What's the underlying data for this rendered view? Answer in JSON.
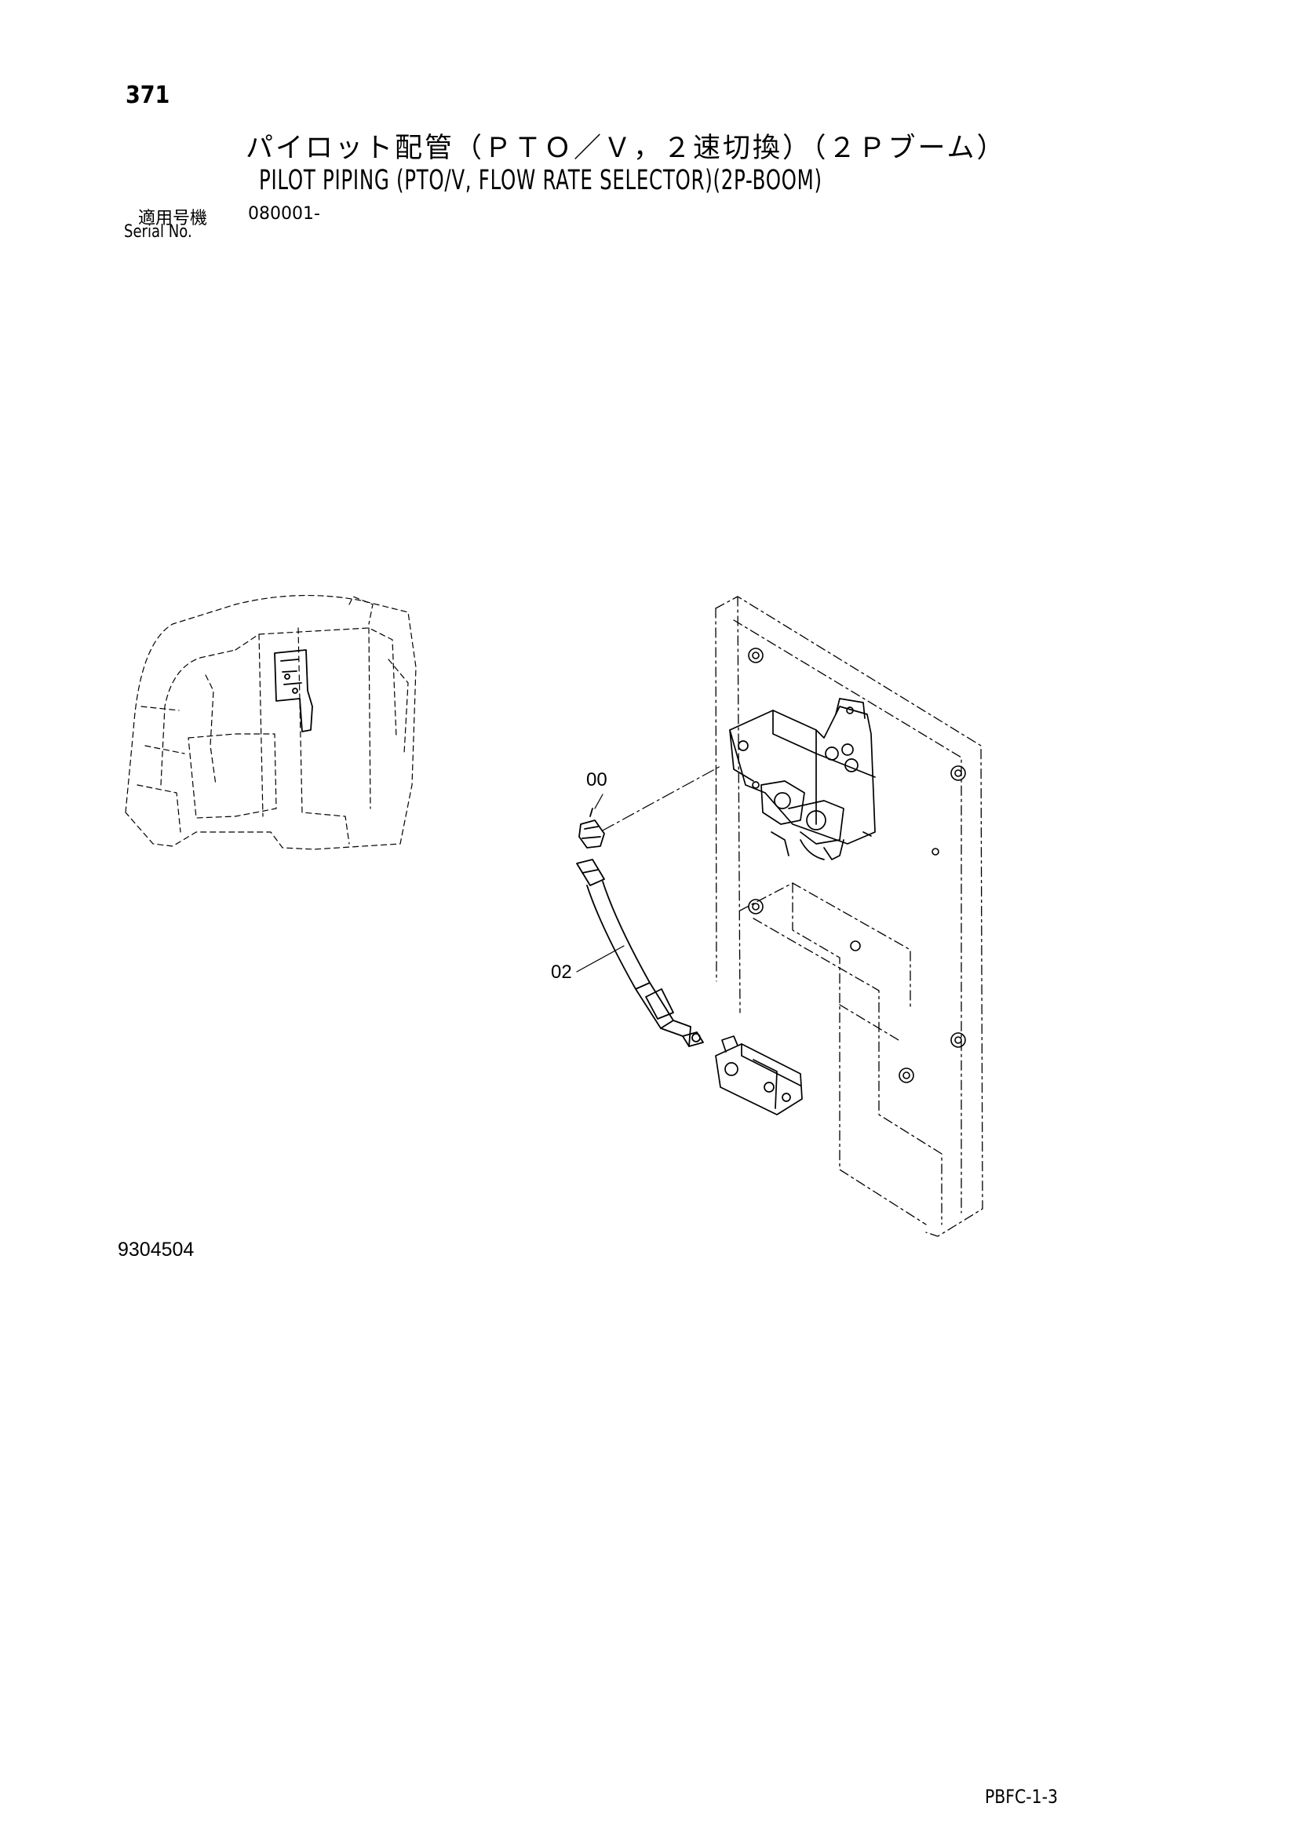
{
  "page": {
    "number": "371",
    "title_jp": "パイロット配管（ＰＴＯ／Ｖ，２速切換）（２Ｐブーム）",
    "title_en": "PILOT PIPING (PTO/V, FLOW RATE SELECTOR)(2P-BOOM)",
    "serial_label_jp": "適用号機",
    "serial_value": "080001-",
    "serial_label_en": "Serial No.",
    "figure_number": "9304504",
    "document_code": "PBFC-1-3"
  },
  "callouts": {
    "part_00": "00",
    "part_02": "02"
  }
}
